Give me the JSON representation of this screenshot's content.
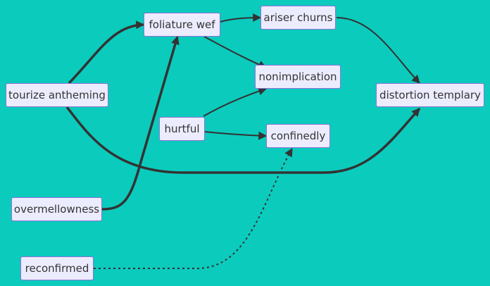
{
  "nodes": {
    "tourize_antheming": "tourize antheming",
    "foliature_wef": "foliature wef",
    "ariser_churns": "ariser churns",
    "nonimplication": "nonimplication",
    "distortion_templary": "distortion templary",
    "hurtful": "hurtful",
    "confinedly": "confinedly",
    "overmellowness": "overmellowness",
    "reconfirmed": "reconfirmed"
  },
  "colors": {
    "background": "#0bcbbd",
    "node_fill": "#ececff",
    "node_border": "#9370db",
    "edge": "#333333",
    "text": "#333333"
  },
  "edges": [
    {
      "from": "tourize_antheming",
      "to": "foliature_wef",
      "style": "thick"
    },
    {
      "from": "tourize_antheming",
      "to": "distortion_templary",
      "style": "thick"
    },
    {
      "from": "overmellowness",
      "to": "foliature_wef",
      "style": "thick"
    },
    {
      "from": "foliature_wef",
      "to": "ariser_churns",
      "style": "normal"
    },
    {
      "from": "foliature_wef",
      "to": "nonimplication",
      "style": "normal"
    },
    {
      "from": "ariser_churns",
      "to": "distortion_templary",
      "style": "normal"
    },
    {
      "from": "hurtful",
      "to": "nonimplication",
      "style": "normal"
    },
    {
      "from": "hurtful",
      "to": "confinedly",
      "style": "normal"
    },
    {
      "from": "reconfirmed",
      "to": "confinedly",
      "style": "dotted"
    }
  ]
}
